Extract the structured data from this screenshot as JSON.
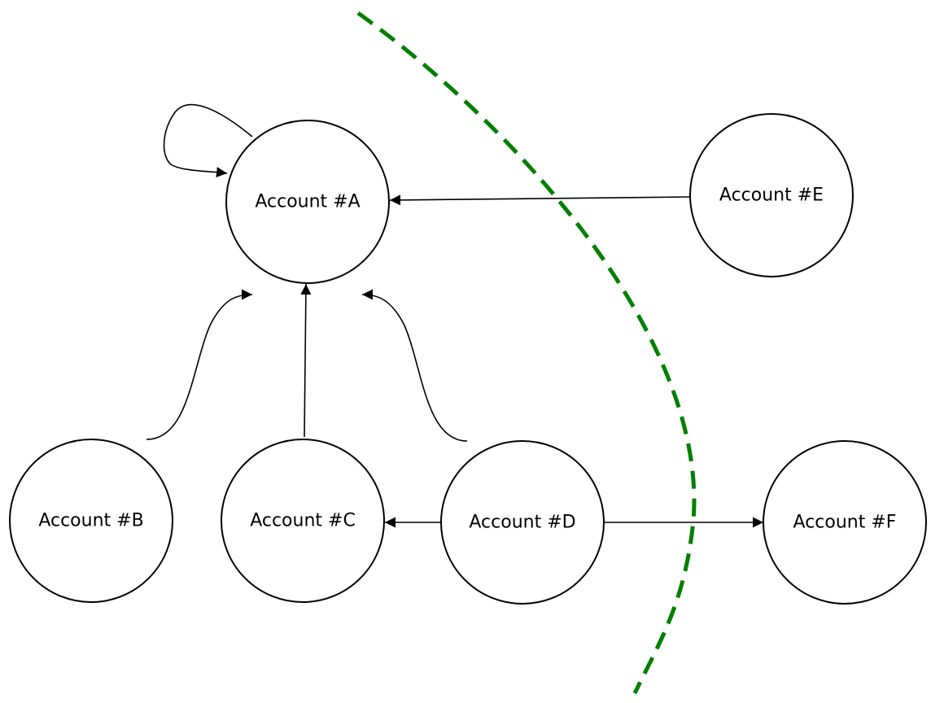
{
  "diagram": {
    "nodes": [
      {
        "id": "A",
        "label": "Account #A"
      },
      {
        "id": "B",
        "label": "Account #B"
      },
      {
        "id": "C",
        "label": "Account #C"
      },
      {
        "id": "D",
        "label": "Account #D"
      },
      {
        "id": "E",
        "label": "Account #E"
      },
      {
        "id": "F",
        "label": "Account #F"
      }
    ],
    "edges": [
      {
        "from": "A",
        "to": "A"
      },
      {
        "from": "E",
        "to": "A"
      },
      {
        "from": "B",
        "to": "A"
      },
      {
        "from": "C",
        "to": "A"
      },
      {
        "from": "D",
        "to": "A"
      },
      {
        "from": "D",
        "to": "C"
      },
      {
        "from": "D",
        "to": "F"
      }
    ],
    "boundary_color": "#007f00"
  }
}
